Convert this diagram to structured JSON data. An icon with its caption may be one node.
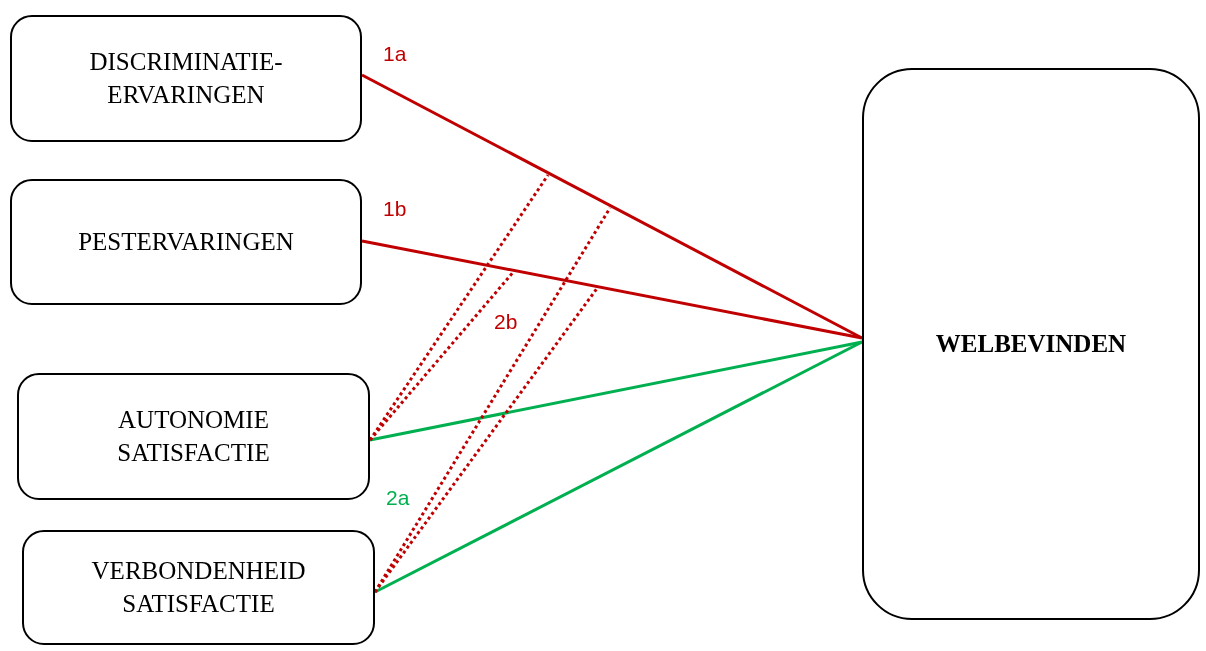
{
  "diagram": {
    "nodes": [
      {
        "text": [
          "DISCRIMINATIE-ERVARINGEN"
        ]
      },
      {
        "text": [
          "PESTERVARINGEN"
        ]
      },
      {
        "text": [
          "AUTONOMIE SATISFACTIE"
        ]
      },
      {
        "text": [
          "VERBONDENHEID SATISFACTIE"
        ]
      },
      {
        "text": [
          "WELBEVINDEN"
        ]
      }
    ],
    "edges": [
      {
        "from": 0,
        "to": 4,
        "arrow": "none"
      },
      {
        "from": 1,
        "to": 4,
        "arrow": "none"
      },
      {
        "from": 2,
        "to": 4,
        "arrow": "none",
        "color": "#00b050"
      },
      {
        "from": 3,
        "to": 4,
        "arrow": "none",
        "color": "#00b050"
      },
      {
        "from": 2,
        "to": null,
        "arrow": "none",
        "style": "dashed"
      },
      {
        "from": 2,
        "to": null,
        "arrow": "none",
        "style": "dashed"
      },
      {
        "from": 3,
        "to": null,
        "arrow": "none",
        "style": "dashed"
      },
      {
        "from": 3,
        "to": null,
        "arrow": "none",
        "style": "dashed"
      }
    ],
    "labels": [
      "1a",
      "1b",
      "2b",
      "2a"
    ]
  }
}
